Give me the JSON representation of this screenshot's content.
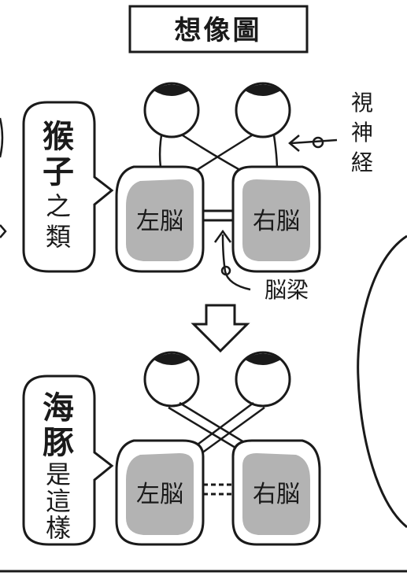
{
  "title": "想像圖",
  "top_diagram": {
    "bubble_strong": [
      "猴",
      "子"
    ],
    "bubble_light": [
      "之",
      "類"
    ],
    "left_brain": "左脳",
    "right_brain": "右脳",
    "nerve_label": [
      "視",
      "神",
      "経"
    ],
    "callosum_label": "脳梁"
  },
  "bottom_diagram": {
    "bubble_strong": [
      "海",
      "豚"
    ],
    "bubble_light": [
      "是",
      "這",
      "樣"
    ],
    "left_brain": "左脳",
    "right_brain": "右脳"
  },
  "colors": {
    "ink": "#1a1a1a",
    "brain_gray": "#b3b3b3",
    "paper": "#ffffff"
  }
}
